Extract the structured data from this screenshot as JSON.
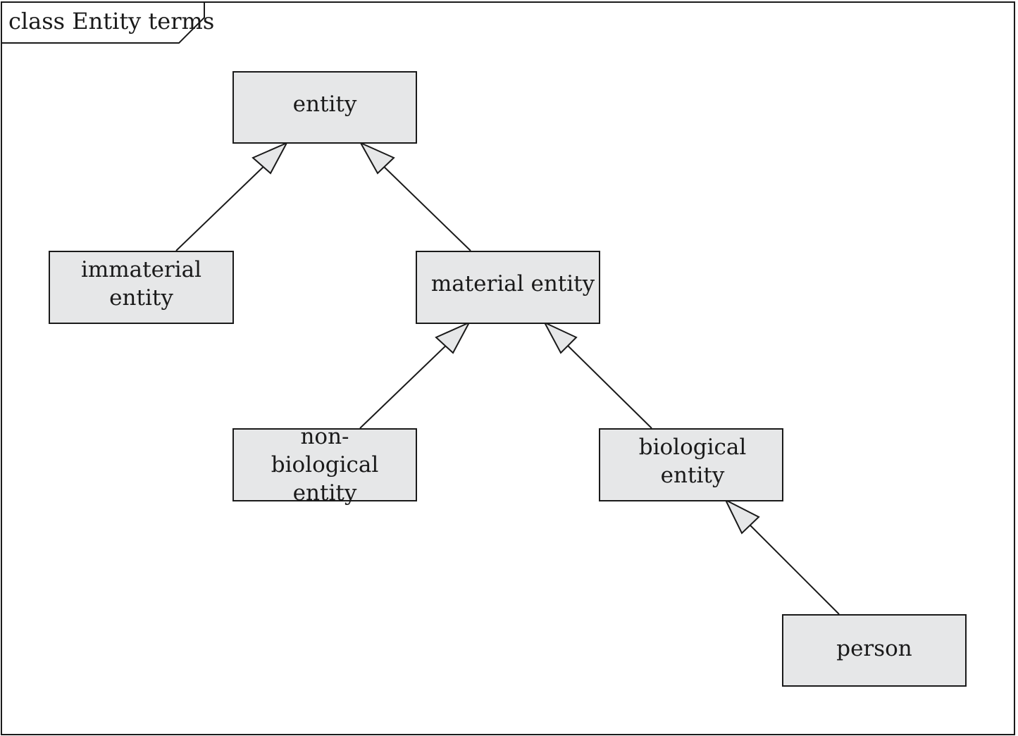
{
  "frame": {
    "title": "class Entity terms"
  },
  "colors": {
    "node_fill": "#e6e7e8",
    "stroke": "#1a1a1a",
    "arrowhead_fill": "#e6e7e8"
  },
  "nodes": {
    "entity": {
      "label": "entity"
    },
    "immaterial_entity": {
      "label": "immaterial entity"
    },
    "material_entity": {
      "label": "material entity"
    },
    "non_biological_entity": {
      "label": "non-biological entity"
    },
    "biological_entity": {
      "label": "biological entity"
    },
    "person": {
      "label": "person"
    }
  },
  "generalizations": [
    {
      "from": "immaterial entity",
      "to": "entity"
    },
    {
      "from": "material entity",
      "to": "entity"
    },
    {
      "from": "non-biological entity",
      "to": "material entity"
    },
    {
      "from": "biological entity",
      "to": "material entity"
    },
    {
      "from": "person",
      "to": "biological entity"
    }
  ]
}
